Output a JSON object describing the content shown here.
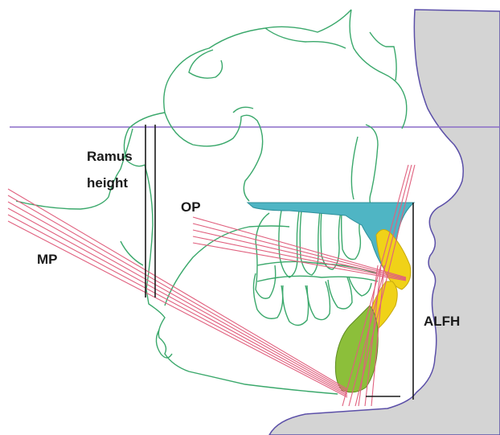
{
  "labels": {
    "ramus_line1": "Ramus",
    "ramus_line2": "height",
    "op": "OP",
    "mp": "MP",
    "alfh": "ALFH"
  },
  "colors": {
    "face_profile_fill": "#d4d4d4",
    "face_profile_stroke": "#5b4fa8",
    "horizontal_plane": "#8a6cc7",
    "skeletal_outline": "#3aa86b",
    "measurement_lines": "#1a1a1a",
    "plane_rays": "#e0607e",
    "maxilla_fill": "#4fb5c4",
    "incisor_fill": "#f0d218",
    "symphysis_fill": "#8cbf3a"
  }
}
